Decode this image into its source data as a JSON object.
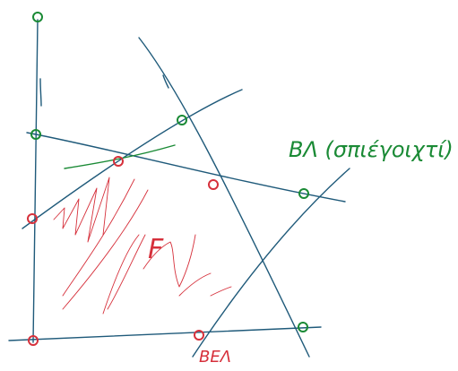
{
  "labels": {
    "bl_label": "ΒΛ (σπιέγοιχτί)",
    "bel_label": "ΒΕΛ",
    "region_label": "F"
  },
  "colors": {
    "blue_ink": "#1f5a7a",
    "green_ink": "#1a8a35",
    "red_ink": "#d6303b",
    "background": "#ffffff"
  },
  "point_markers": {
    "green": "optimal/extreme points (green circles)",
    "red": "feasible-region vertices (red circles)"
  }
}
